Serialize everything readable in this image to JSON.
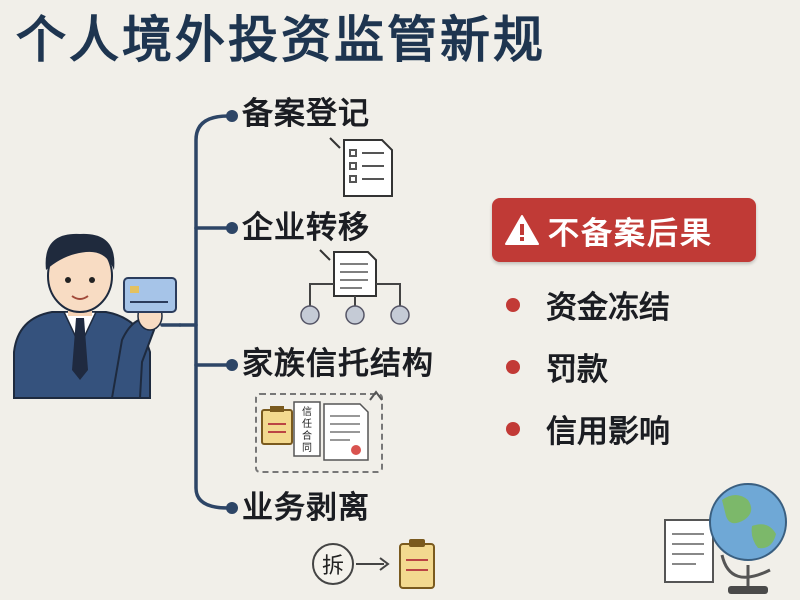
{
  "title": "个人境外投资监管新规",
  "branches": [
    {
      "label": "备案登记",
      "icon": "document-icon"
    },
    {
      "label": "企业转移",
      "icon": "org-chart-icon"
    },
    {
      "label": "家族信托结构",
      "icon": "trust-contract-icon"
    },
    {
      "label": "业务剥离",
      "icon": "split-arrow-icon"
    }
  ],
  "trust_doc_text": [
    "信",
    "任",
    "合",
    "同"
  ],
  "split_badge": "拆",
  "warning": {
    "label": "不备案后果",
    "icon": "warning-icon"
  },
  "consequences": [
    "资金冻结",
    "罚款",
    "信用影响"
  ],
  "colors": {
    "title": "#1e3550",
    "connector": "#2d4566",
    "warning_bg": "#c03a36",
    "bullet": "#c23a36",
    "background": "#f1efe9"
  },
  "decor_icons": [
    "person-icon",
    "bank-card-icon",
    "globe-icon",
    "report-icon"
  ]
}
